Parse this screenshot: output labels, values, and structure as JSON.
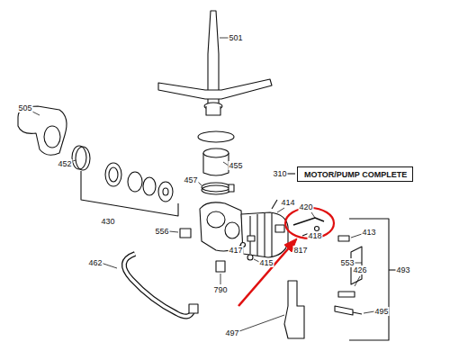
{
  "diagram": {
    "nodes": [
      {
        "text": [
          "MOTOR/PUMP COMPLETE"
        ]
      }
    ],
    "labels": [
      "501",
      "505",
      "452",
      "455",
      "430",
      "457",
      "310",
      "414",
      "420",
      "413",
      "418",
      "556",
      "417",
      "415",
      "817",
      "553",
      "426",
      "493",
      "462",
      "790",
      "497",
      "495"
    ]
  }
}
